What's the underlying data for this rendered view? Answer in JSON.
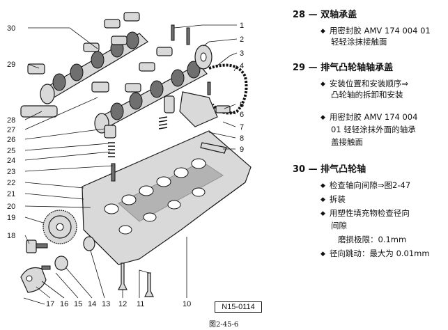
{
  "figure": {
    "caption": "图2-45-6",
    "code": "N15-0114",
    "part_numbers": [
      "1",
      "2",
      "3",
      "4",
      "5",
      "6",
      "7",
      "8",
      "9",
      "10",
      "11",
      "12",
      "13",
      "14",
      "15",
      "16",
      "17",
      "18",
      "19",
      "20",
      "21",
      "22",
      "23",
      "24",
      "25",
      "26",
      "27",
      "28",
      "29",
      "30"
    ]
  },
  "legend": [
    {
      "heading": "28 — 双轴承盖",
      "items": [
        [
          "用密封胶 AMV 174 004 01",
          "轻轻涂抹接触面"
        ]
      ]
    },
    {
      "heading": "29 — 排气凸轮轴轴承盖",
      "items": [
        [
          "安装位置和安装顺序⇒",
          "凸轮轴的拆卸和安装"
        ],
        [
          "用密封胶 AMV 174 004",
          "01 轻轻涂抹外面的轴承",
          "盖接触面"
        ]
      ]
    },
    {
      "heading": "30 — 排气凸轮轴",
      "items": [
        [
          "检查轴向间隙⇒图2-47"
        ],
        [
          "拆装"
        ],
        [
          "用塑性填充物检查径向",
          "间隙"
        ],
        [
          "磨损极限：0.1mm"
        ],
        [
          "径向跳动：最大为 0.01mm"
        ]
      ]
    }
  ]
}
